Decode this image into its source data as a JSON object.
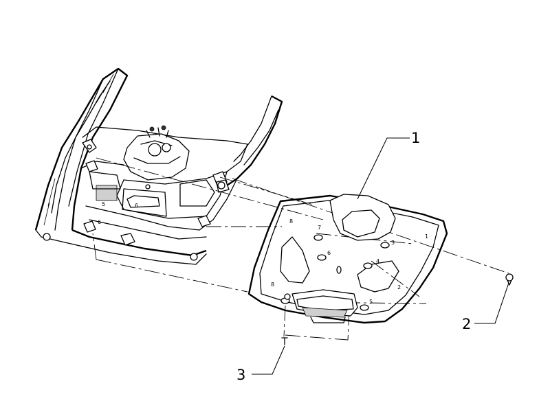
{
  "callouts": [
    {
      "id": "1",
      "label": "1"
    },
    {
      "id": "2",
      "label": "2"
    },
    {
      "id": "3",
      "label": "3"
    }
  ],
  "fastener_markers": [
    "8",
    "7",
    "6",
    "3",
    "4",
    "1",
    "2",
    "5",
    "8"
  ],
  "headliner_markers": [
    "5",
    "6",
    "6"
  ]
}
